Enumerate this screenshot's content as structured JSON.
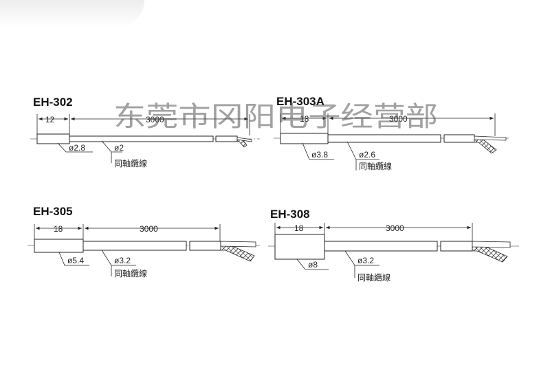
{
  "watermark": "东莞市冈阳电子经营部",
  "models": [
    {
      "name": "EH-302",
      "head_length": "12",
      "cable_length": "3000",
      "head_diameter": "ø2.8",
      "cable_diameter": "ø2",
      "cable_type": "同軸纜線"
    },
    {
      "name": "EH-303A",
      "head_length": "18",
      "cable_length": "3000",
      "head_diameter": "ø3.8",
      "cable_diameter": "ø2.6",
      "cable_type": "同軸纜線"
    },
    {
      "name": "EH-305",
      "head_length": "18",
      "cable_length": "3000",
      "head_diameter": "ø5.4",
      "cable_diameter": "ø3.2",
      "cable_type": "同軸纜線"
    },
    {
      "name": "EH-308",
      "head_length": "18",
      "cable_length": "3000",
      "head_diameter": "ø8",
      "cable_diameter": "ø3.2",
      "cable_type": "同軸纜線"
    }
  ]
}
